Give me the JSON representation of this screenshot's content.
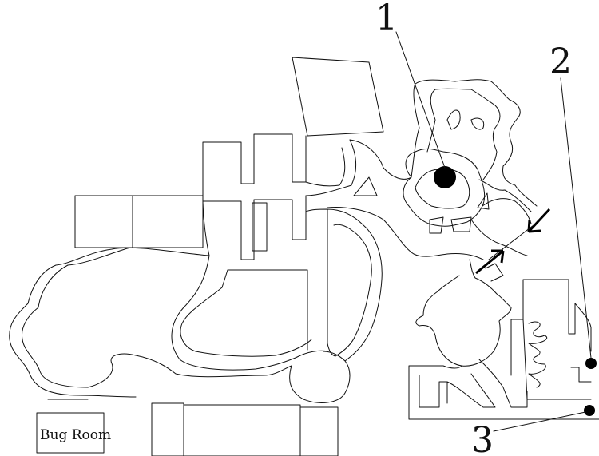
{
  "markers": [
    {
      "label": "1"
    },
    {
      "label": "2"
    },
    {
      "label": "3"
    }
  ],
  "rooms": {
    "bug_room": "Bug Room"
  }
}
